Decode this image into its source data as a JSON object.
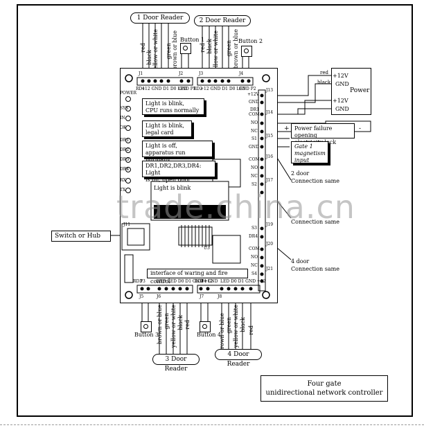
{
  "readers": {
    "r1": {
      "label": "1 Door Reader",
      "wires": [
        "red",
        "black",
        "yellow or white",
        "green",
        "brown or blue"
      ]
    },
    "r2": {
      "label": "2 Door Reader",
      "wires": [
        "red",
        "black",
        "yellow or white",
        "green",
        "brown or blue"
      ]
    },
    "r3": {
      "label": "3 Door Reader",
      "wires": [
        "brown or blue",
        "green",
        "yellow or white",
        "black",
        "red"
      ]
    },
    "r4": {
      "label": "4 Door Reader",
      "wires": [
        "red",
        "black",
        "yellow or white",
        "green",
        "brown or blue"
      ]
    }
  },
  "buttons": {
    "b1": "Button 1",
    "b2": "Button 2",
    "b3": "Button 3",
    "b4": "Button 4"
  },
  "top_pins": {
    "j1": "+12 GND D1 D0 LED",
    "j2": "GND P1",
    "j3": "+12 GND D1 D0 LED",
    "j4": "GND P2",
    "rd1": "RD1",
    "rd2": "RD2",
    "j1_tag": "J1",
    "j2_tag": "J2",
    "j3_tag": "J3",
    "j4_tag": "J4"
  },
  "bottom_pins": {
    "j5": "GND LED D0 D1 GND +12",
    "j6": "P4 GND",
    "j7": "LED D0 D1 GND +12",
    "rd3": "RD3",
    "rd4": "RD4",
    "p3": "P3",
    "j5_tag": "J5",
    "j6_tag": "J6",
    "j7_tag": "J7",
    "j8_tag": "J8"
  },
  "leds": [
    "POWER",
    "SYS",
    "IN",
    "OK",
    "DR1",
    "DR2",
    "DR3",
    "DR4",
    "RX",
    "TX"
  ],
  "notes": {
    "n1": [
      "Light is blink,",
      "CPU runs normally"
    ],
    "n2": [
      "Light is blink,",
      "legal card"
    ],
    "n3": [
      "Light is off,",
      "apparatus run normally"
    ],
    "n4": [
      "DR1,DR2,DR3,DR4: Light",
      "is on, open door"
    ],
    "n5": [
      "Light is blink"
    ]
  },
  "power": {
    "title": "Power",
    "rows": [
      "+12V",
      "GND",
      "+12V",
      "GND"
    ],
    "red": "red",
    "black": "black",
    "plus": "+",
    "minus": "-"
  },
  "right_terminals": {
    "j13": "J13",
    "j14": "J14",
    "j15": "J15",
    "j16": "J16",
    "j17": "J17",
    "j19": "J19",
    "j20": "J20",
    "j21": "J21",
    "plus12": "+12V",
    "gnd": "GND",
    "dr1": "DR1",
    "com": "COM",
    "no": "NO",
    "nc": "NC",
    "s1": "S1",
    "gnd2": "GND",
    "s2": "S2",
    "s3": "S3",
    "s4": "S4",
    "dr4": "DR4"
  },
  "annotations": {
    "lock": [
      "Power failure opening",
      "electricity lock"
    ],
    "gate": [
      "Gate 1",
      "magnetism",
      "input"
    ],
    "door2": [
      "2 door",
      "Connection same"
    ],
    "door3": [
      "Connection same"
    ],
    "door4": [
      "4 door",
      "Connection same"
    ]
  },
  "switch": {
    "label": "Switch or Hub",
    "j11": "J11"
  },
  "interface": {
    "label": "interface of waring and fire control"
  },
  "chips": {
    "u3": "U3"
  },
  "title": {
    "line1": "Four gate",
    "line2": "unidirectional network controller"
  },
  "watermark": "trade.china.cn"
}
